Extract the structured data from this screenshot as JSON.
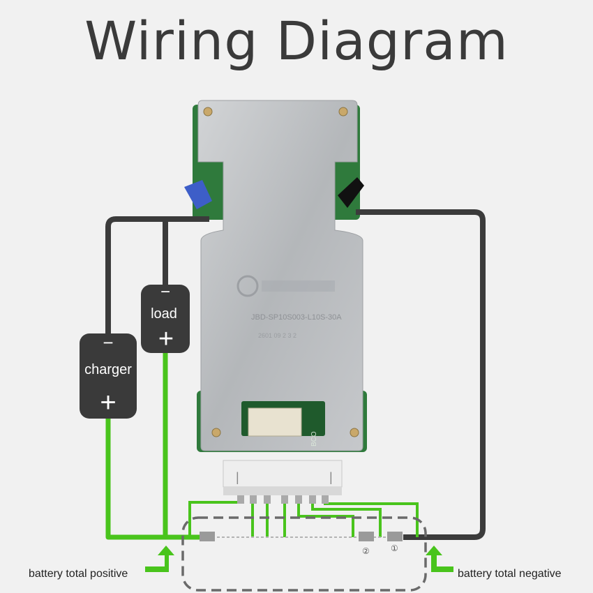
{
  "title": "Wiring Diagram",
  "labels": {
    "charger": "charger",
    "load": "load",
    "charger_minus": "−",
    "charger_plus": "+",
    "load_minus": "−",
    "load_plus": "+",
    "battery_total_positive": "battery total positive",
    "battery_total_negative": "battery total negative",
    "cell_1": "①",
    "cell_2": "②",
    "board_model": "JBD-SP10S003-L10S-30A",
    "board_serial": "2601 09 2 3 2",
    "balance_label": "BCO",
    "connector_mark": "|"
  },
  "colors": {
    "wire_positive": "#49c41c",
    "wire_negative": "#3b3b3b",
    "terminal_box": "#3a3a3a",
    "board": "#b9bcbf",
    "pcb": "#2f7a3c",
    "title": "#3a3a3a"
  }
}
